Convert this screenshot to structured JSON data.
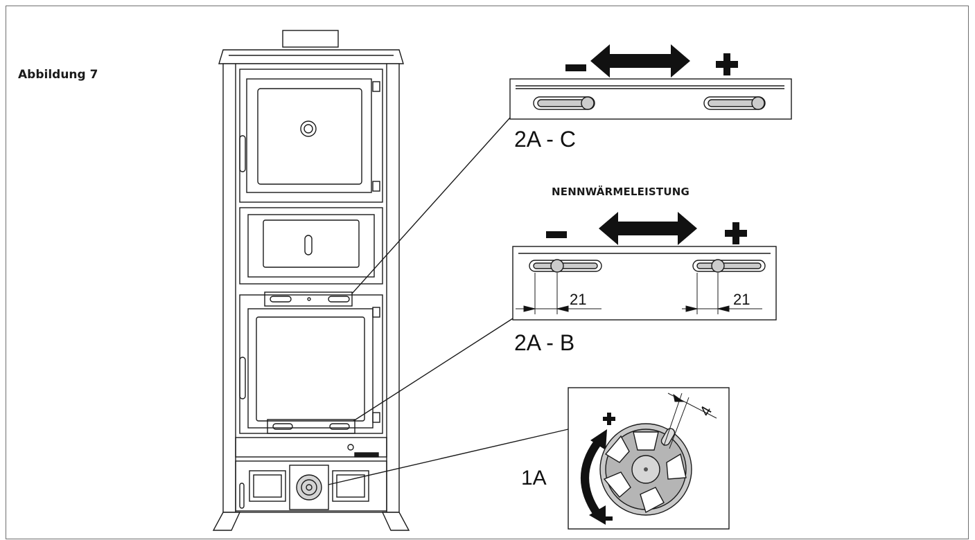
{
  "figure": {
    "title": "Abbildung 7"
  },
  "detail_top": {
    "minus": "−",
    "plus": "+",
    "label": "2A - C"
  },
  "detail_middle": {
    "heading": "NENNWÄRMELEISTUNG",
    "minus": "−",
    "plus": "+",
    "label": "2A - B",
    "dimension_left": "21",
    "dimension_right": "21"
  },
  "detail_bottom": {
    "label": "1A",
    "plus": "+",
    "minus": "−",
    "dimension": "4"
  },
  "colors": {
    "line": "#1a1a1a",
    "fill_grey": "#c8c8c8",
    "background": "#ffffff"
  }
}
